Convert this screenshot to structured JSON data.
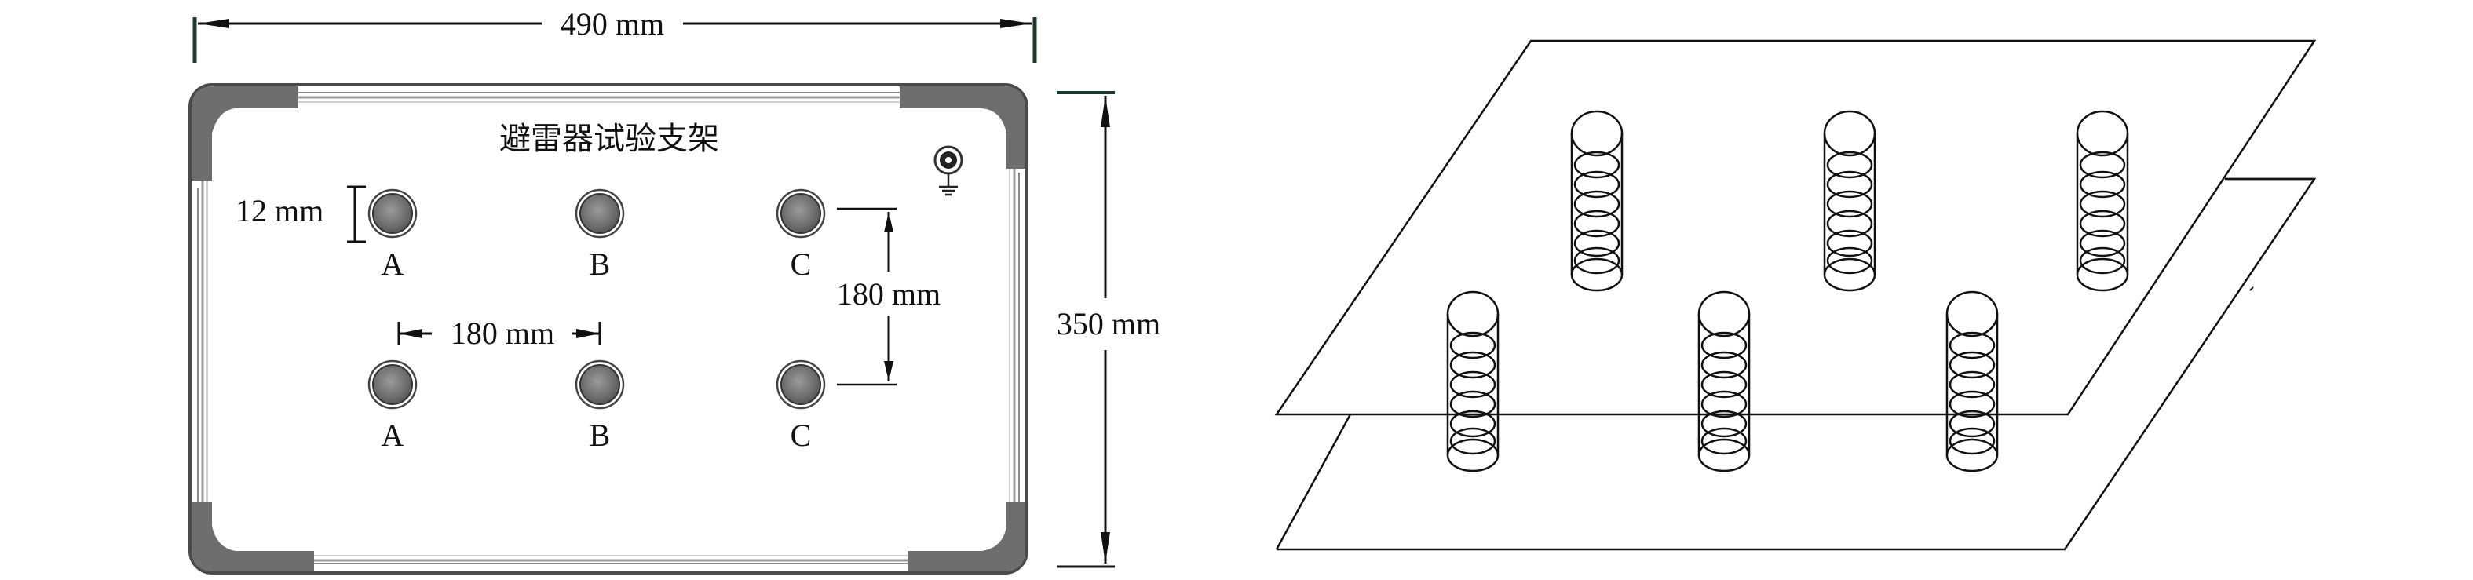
{
  "left_panel": {
    "title": "避雷器试验支架",
    "width_dim": "490 mm",
    "height_dim": "350 mm",
    "hole_diameter": "12 mm",
    "horizontal_spacing": "180 mm",
    "vertical_spacing": "180 mm",
    "top_row_labels": [
      "A",
      "B",
      "C"
    ],
    "bottom_row_labels": [
      "A",
      "B",
      "C"
    ],
    "ground_icon": "ground-terminal-icon"
  },
  "colors": {
    "frame_corner": "#6e6e6e",
    "terminal": "#7a7a7a",
    "line": "#111111"
  }
}
